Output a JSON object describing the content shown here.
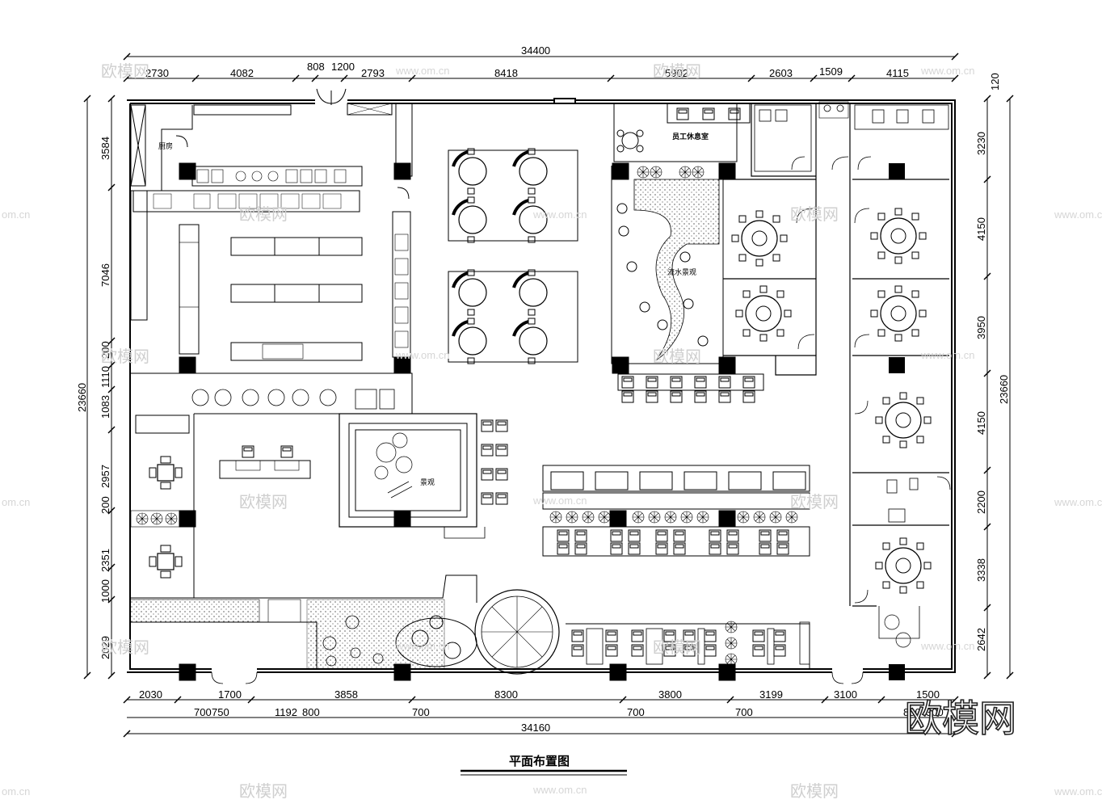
{
  "drawing": {
    "title": "平面布置图",
    "brand_logo": "欧模网"
  },
  "dimensions": {
    "top_total": "34400",
    "top_segments": [
      "2730",
      "4082",
      "808",
      "1200",
      "2793",
      "8418",
      "5902",
      "2603",
      "1509",
      "4115"
    ],
    "top_right_small": "120",
    "bottom_total": "34160",
    "bottom_segments": [
      "2030",
      "1700",
      "3858",
      "8300",
      "3800",
      "3199",
      "3100",
      "1500"
    ],
    "bottom_sub": [
      "700",
      "750",
      "1192",
      "800",
      "700",
      "700",
      "700",
      "800",
      "300"
    ],
    "left_total": "23660",
    "left_segments": [
      "3584",
      "7046",
      "200",
      "1110",
      "1083",
      "2957",
      "200",
      "2351",
      "1000",
      "2029"
    ],
    "right_total": "23660",
    "right_segments": [
      "3230",
      "4150",
      "3950",
      "4150",
      "2200",
      "3338",
      "2642"
    ]
  },
  "room_labels": {
    "staff_lounge": "员工休息室",
    "water_feature": "流水景观",
    "landscape": "景观"
  },
  "watermarks": {
    "site": "欧模网",
    "url": "www.om.cn",
    "url_short": "om.cn"
  }
}
